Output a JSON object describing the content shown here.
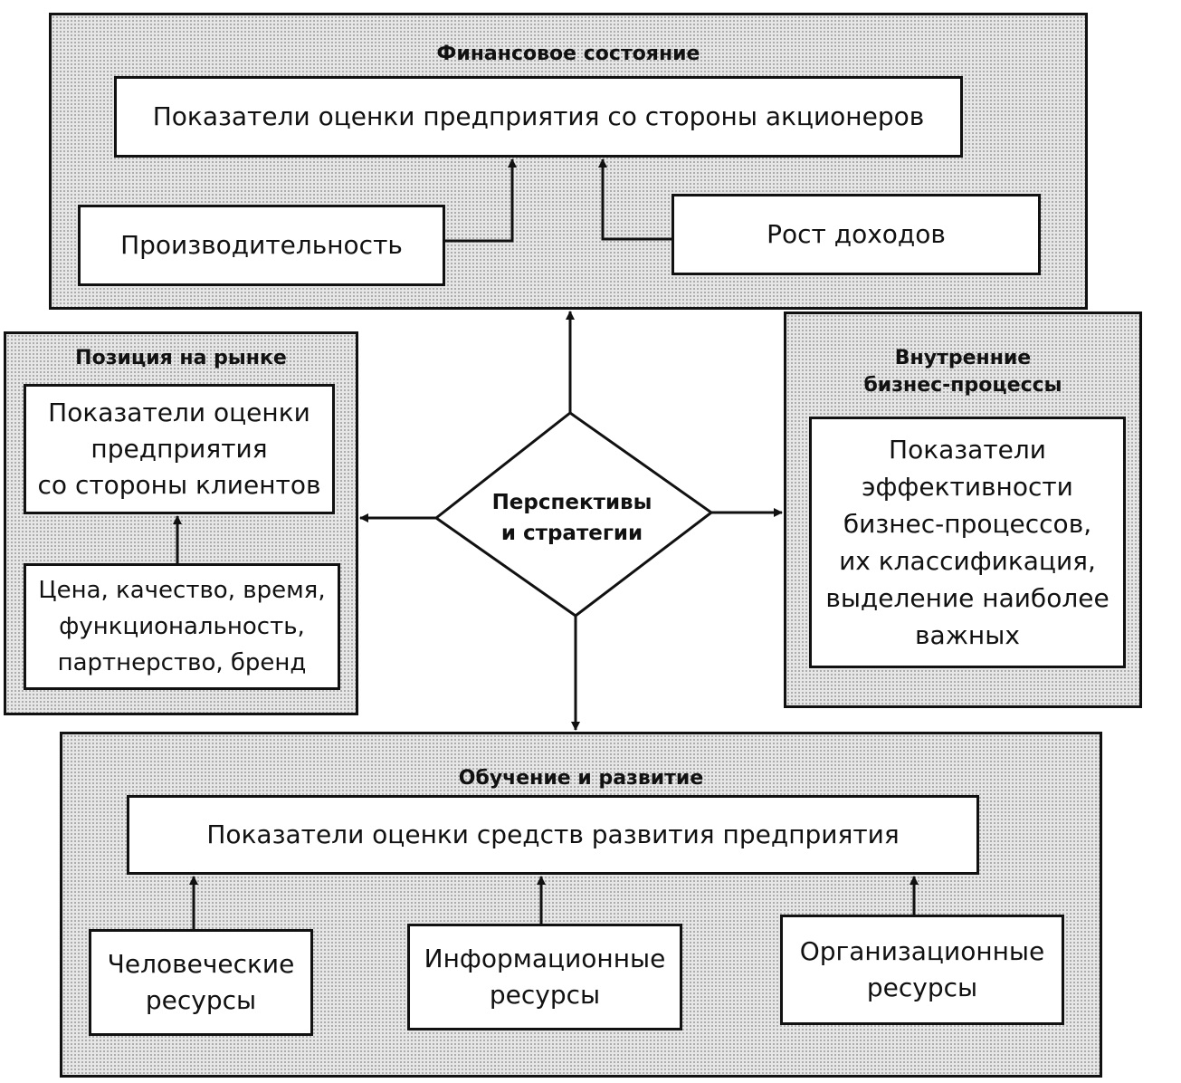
{
  "center": {
    "label": "Перспективы\nи стратегии"
  },
  "financial": {
    "title": "Финансовое состояние",
    "main_box": "Показатели оценки предприятия со стороны акционеров",
    "productivity": "Производительность",
    "revenue_growth": "Рост доходов"
  },
  "market": {
    "title": "Позиция на рынке",
    "main_box": "Показатели оценки\nпредприятия\nсо стороны клиентов",
    "factors": "Цена, качество, время,\nфункциональность,\nпартнерство, бренд"
  },
  "internal": {
    "title": "Внутренние\nбизнес-процессы",
    "main_box": "Показатели\nэффективности\nбизнес-процессов,\nих классификация,\nвыделение наиболее\nважных"
  },
  "learning": {
    "title": "Обучение и развитие",
    "main_box": "Показатели оценки средств развития предприятия",
    "human": "Человеческие\nресурсы",
    "information": "Информационные\nресурсы",
    "organizational": "Организационные\nресурсы"
  }
}
